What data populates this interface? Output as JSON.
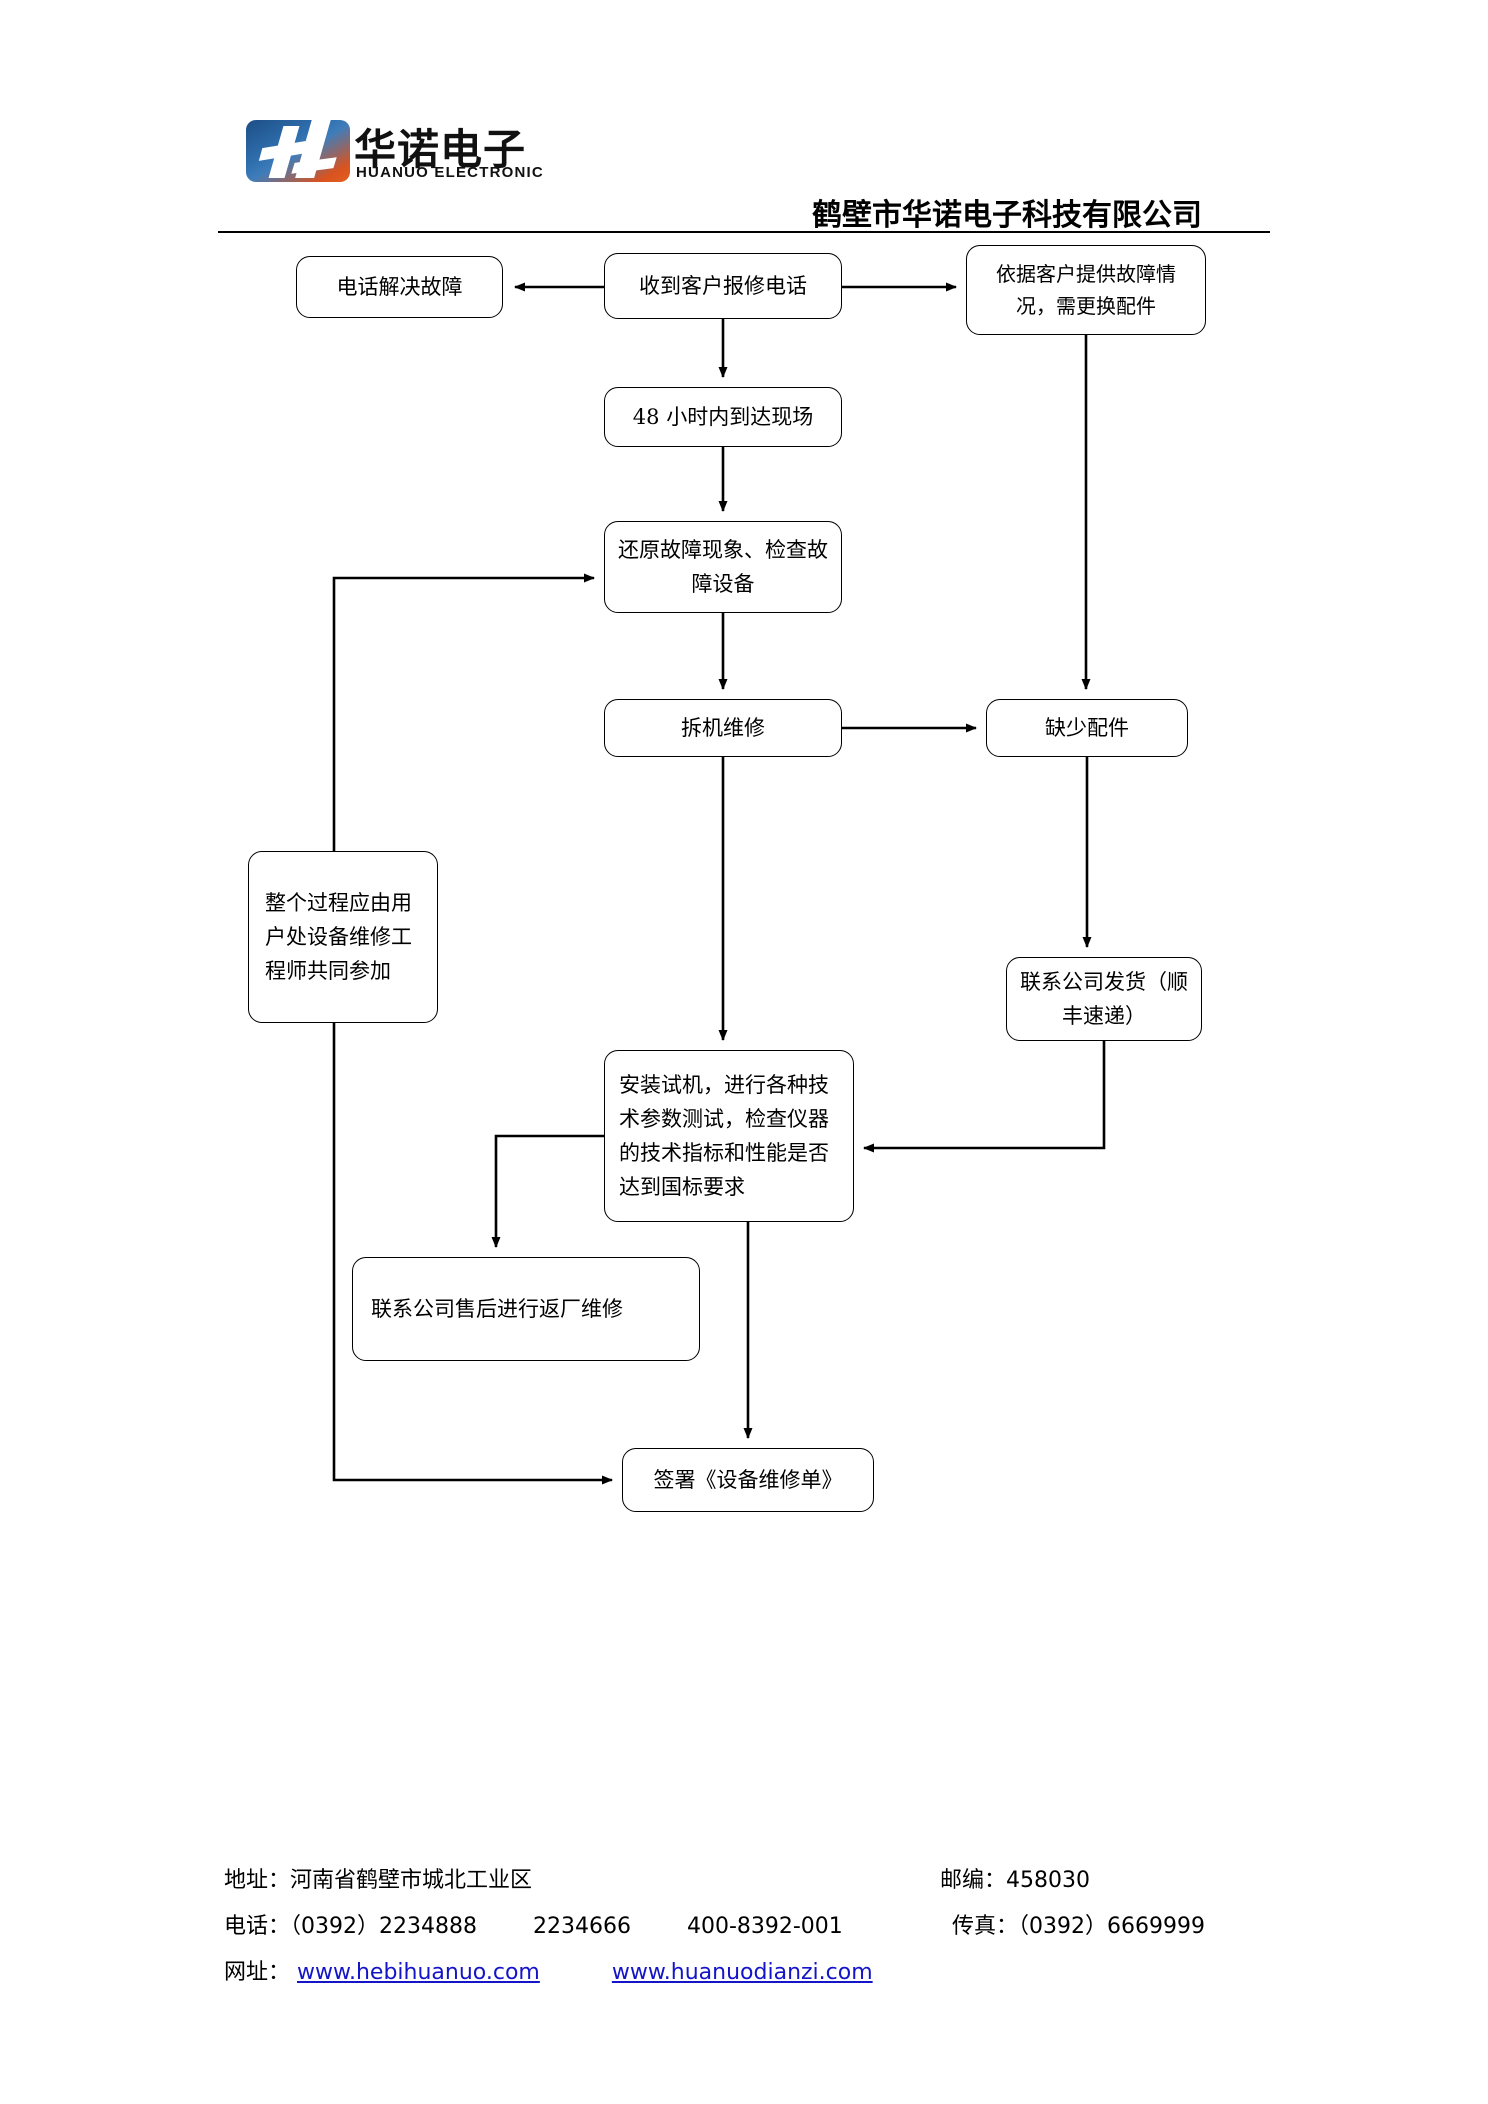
{
  "header": {
    "logo_cn": "华诺电子",
    "logo_en": "HUANUO ELECTRONIC",
    "company_title": "鹤壁市华诺电子科技有限公司"
  },
  "flowchart": {
    "nodes": [
      {
        "id": "phone-fix",
        "label": "电话解决故障"
      },
      {
        "id": "receive-call",
        "label": "收到客户报修电话"
      },
      {
        "id": "need-parts",
        "label": "依据客户提供故障情况，需更换配件"
      },
      {
        "id": "arrive-48h",
        "label": "48 小时内到达现场"
      },
      {
        "id": "restore-fault",
        "label": "还原故障现象、检查故障设备"
      },
      {
        "id": "disassemble",
        "label": "拆机维修"
      },
      {
        "id": "lack-parts",
        "label": "缺少配件"
      },
      {
        "id": "note-engineer",
        "label": "整个过程应由用户处设备维修工程师共同参加"
      },
      {
        "id": "ship-parts",
        "label": "联系公司发货（顺丰速递）"
      },
      {
        "id": "install-test",
        "label": "安装试机，进行各种技术参数测试，检查仪器的技术指标和性能是否达到国标要求"
      },
      {
        "id": "factory-repair",
        "label": "联系公司售后进行返厂维修"
      },
      {
        "id": "sign-order",
        "label": "签署《设备维修单》"
      }
    ]
  },
  "footer": {
    "address_label": "地址：河南省鹤壁市城北工业区",
    "postcode_label": "邮编：458030",
    "phone_label": "电话：（0392）2234888",
    "phone_2": "2234666",
    "phone_3": "400-8392-001",
    "fax_label": "传真：（0392）6669999",
    "website_label": "网址：",
    "website_1": "www.hebihuanuo.com",
    "website_2": "www.huanuodianzi.com",
    "link_color": "#1414c8"
  }
}
